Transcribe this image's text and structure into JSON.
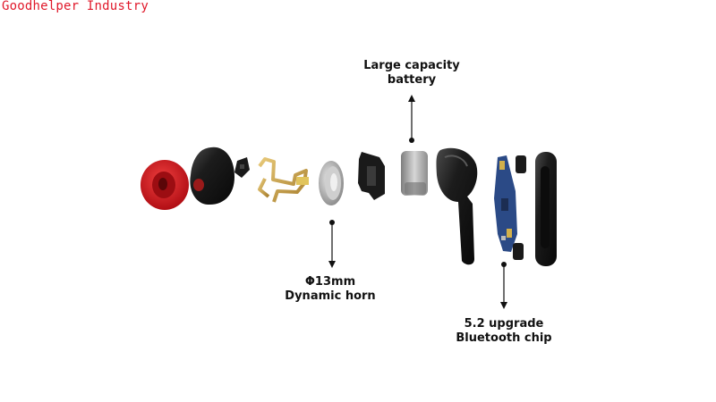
{
  "watermark": "Goodhelper Industry",
  "callouts": {
    "battery": {
      "line1": "Large capacity",
      "line2": "battery"
    },
    "horn": {
      "line1": "Φ13mm",
      "line2": "Dynamic horn"
    },
    "chip": {
      "line1": "5.2 upgrade",
      "line2": "Bluetooth chip"
    }
  },
  "colors": {
    "eartip": "#d8141c",
    "shell": "#1b1b1b",
    "bracket": "#c9a24a",
    "driver": "#b8b8b8",
    "pcb": "#2b4a86",
    "watermark": "#e0182a"
  }
}
